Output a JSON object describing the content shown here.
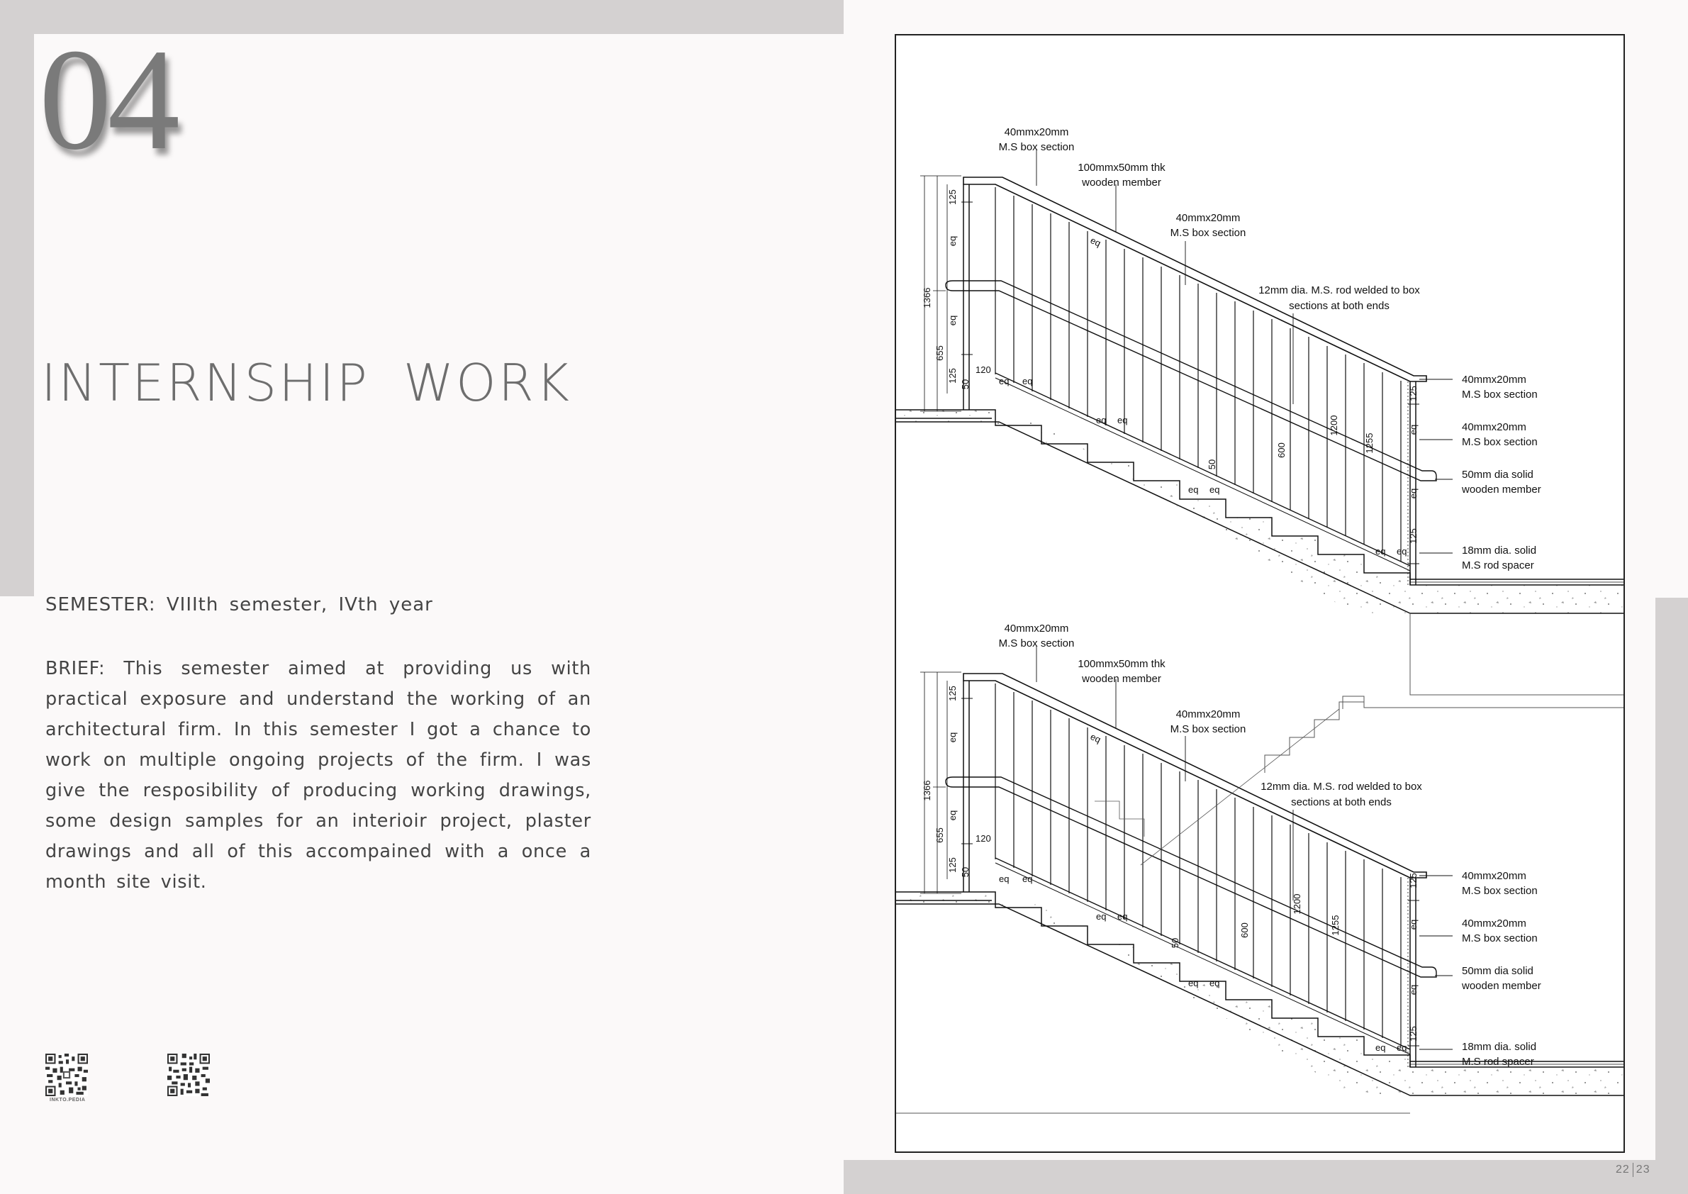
{
  "page": {
    "number": "04",
    "title": "INTERNSHIP  WORK",
    "semester": "SEMESTER:  VIIIth  semester,  IVth  year",
    "brief": "BRIEF:  This  semester  aimed  at  providing  us  with  practical  exposure  and  understand  the  working  of  an  architectural  firm.  In  this  semester  I  got  a  chance  to  work  on  multiple  ongoing  projects  of  the  firm.  I  was  give  the  resposibility  of  producing  working  drawings,  some  design  samples  for  an  interioir  project,  plaster  drawings  and  all  of  this  accompained  with  a  once  a  month  site  visit.",
    "qr_label": "INKTO.PEDIA",
    "page_left": "22",
    "page_right": "23"
  },
  "drawing": {
    "labels": {
      "top_box_1": [
        "40mmx20mm",
        "M.S box section"
      ],
      "wooden": [
        "100mmx50mm thk",
        "wooden member"
      ],
      "top_box_2": [
        "40mmx20mm",
        "M.S box section"
      ],
      "rod": [
        "12mm dia. M.S. rod welded to box",
        "sections at both ends"
      ],
      "right_box_1": [
        "40mmx20mm",
        "M.S box section"
      ],
      "right_box_2": [
        "40mmx20mm",
        "M.S box section"
      ],
      "solid_wood": [
        "50mm dia solid",
        "wooden member"
      ],
      "spacer": [
        "18mm dia. solid",
        "M.S rod spacer"
      ]
    },
    "dims": {
      "d1366": "1366",
      "d655": "655",
      "d125": "125",
      "d120": "120",
      "d50": "50",
      "d600": "600",
      "d1200": "1200",
      "d1255": "1255",
      "eq": "eq"
    }
  }
}
